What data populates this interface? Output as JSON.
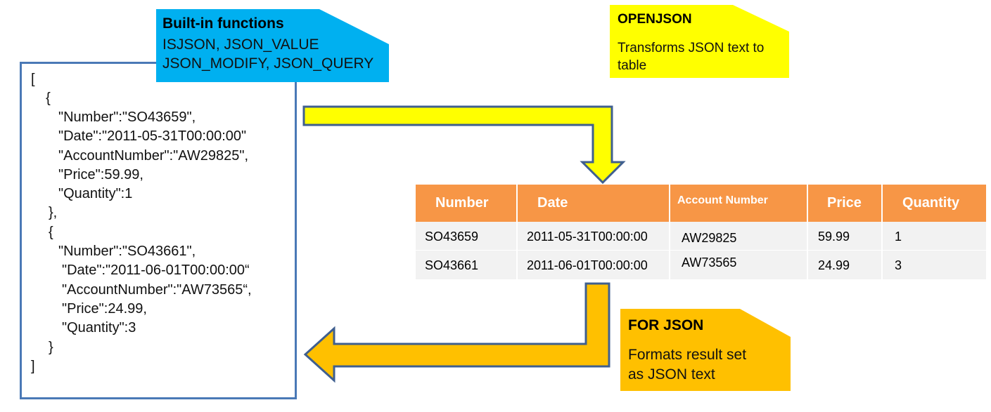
{
  "json_sample": {
    "lines": [
      "[",
      "  {",
      "\"Number\":\"SO43659\",",
      "\"Date\":\"2011-05-31T00:00:00\"",
      "\"AccountNumber\":\"AW29825\",",
      "\"Price\":59.99,",
      "\"Quantity\":1",
      "},",
      "{",
      "\"Number\":\"SO43661\",",
      "\"Date\":\"2011-06-01T00:00:00“",
      "\"AccountNumber\":\"AW73565“,",
      "\"Price\":24.99,",
      "\"Quantity\":3",
      "}",
      "]"
    ]
  },
  "callouts": {
    "builtin": {
      "title": "Built-in functions",
      "line1": "ISJSON, JSON_VALUE",
      "line2": "JSON_MODIFY, JSON_QUERY",
      "color": "#00b0f0"
    },
    "openjson": {
      "title": "OPENJSON",
      "line1": "Transforms JSON text to",
      "line2": "table",
      "color": "#ffff00"
    },
    "forjson": {
      "title": "FOR JSON",
      "line1": "Formats result set",
      "line2": "as JSON text",
      "color": "#ffc000"
    }
  },
  "table": {
    "headers": [
      "Number",
      "Date",
      "Account Number",
      "Price",
      "Quantity"
    ],
    "rows": [
      [
        "SO43659",
        "2011-05-31T00:00:00",
        "AW29825",
        "59.99",
        "1"
      ],
      [
        "SO43661",
        "2011-06-01T00:00:00",
        "AW73565",
        "24.99",
        "3"
      ]
    ],
    "header_color": "#f79646",
    "row_color": "#f2f2f2"
  },
  "arrows": {
    "openjson_arrow_color": "#ffff00",
    "forjson_arrow_color": "#ffc000",
    "outline_color": "#3f5f8f"
  }
}
